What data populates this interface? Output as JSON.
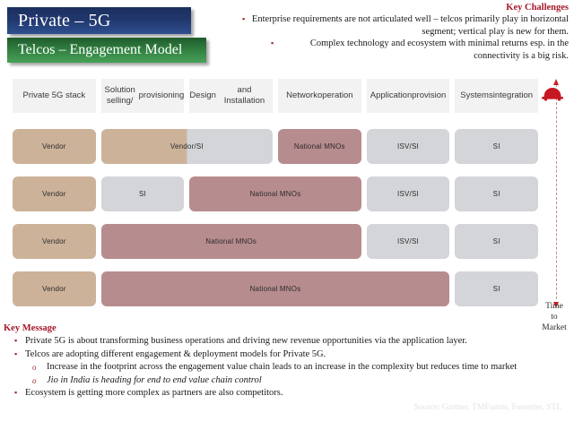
{
  "title": {
    "primary": "Private – 5G",
    "secondary": "Telcos – Engagement Model"
  },
  "key_challenges": {
    "heading": "Key Challenges",
    "bullet_glyph": "▪",
    "items": [
      "Enterprise requirements are not articulated well – telcos primarily play in horizontal segment; vertical play is new for them.",
      "Complex technology and ecosystem with minimal returns esp. in the connectivity is a big risk."
    ]
  },
  "matrix": {
    "headers": [
      "Private 5G stack",
      "Solution selling/ provisioning",
      "Design and Installation",
      "Network operation",
      "Application provision",
      "Systems integration"
    ],
    "rows": [
      {
        "cells": [
          {
            "label": "Vendor",
            "style": "vendor",
            "start": 0,
            "span": 1
          },
          {
            "label": "Vendor/SI",
            "style": "split",
            "start": 1,
            "span": 2
          },
          {
            "label": "National MNOs",
            "style": "mno",
            "start": 3,
            "span": 1
          },
          {
            "label": "ISV/SI",
            "style": "grey",
            "start": 4,
            "span": 1
          },
          {
            "label": "SI",
            "style": "grey",
            "start": 5,
            "span": 1
          }
        ]
      },
      {
        "cells": [
          {
            "label": "Vendor",
            "style": "vendor",
            "start": 0,
            "span": 1
          },
          {
            "label": "SI",
            "style": "grey",
            "start": 1,
            "span": 1
          },
          {
            "label": "National MNOs",
            "style": "mno",
            "start": 2,
            "span": 2
          },
          {
            "label": "ISV/SI",
            "style": "grey",
            "start": 4,
            "span": 1
          },
          {
            "label": "SI",
            "style": "grey",
            "start": 5,
            "span": 1
          }
        ]
      },
      {
        "cells": [
          {
            "label": "Vendor",
            "style": "vendor",
            "start": 0,
            "span": 1
          },
          {
            "label": "National MNOs",
            "style": "mno",
            "start": 1,
            "span": 3
          },
          {
            "label": "ISV/SI",
            "style": "grey",
            "start": 4,
            "span": 1
          },
          {
            "label": "SI",
            "style": "grey",
            "start": 5,
            "span": 1
          }
        ]
      },
      {
        "cells": [
          {
            "label": "Vendor",
            "style": "vendor",
            "start": 0,
            "span": 1
          },
          {
            "label": "National MNOs",
            "style": "mno",
            "start": 1,
            "span": 4
          },
          {
            "label": "SI",
            "style": "grey",
            "start": 5,
            "span": 1
          }
        ]
      }
    ],
    "colors": {
      "vendor": "#cdb29a",
      "grey": "#d3d5d9",
      "mno": "#b78c8e",
      "header_bg": "#f2f2f2"
    }
  },
  "axis": {
    "label_lines": [
      "Time",
      "to",
      "Market"
    ],
    "icon": "speedometer-icon",
    "accent": "#cc2026"
  },
  "key_message": {
    "heading": "Key Message",
    "bullet_glyph": "▪",
    "subbullet_glyph": "o",
    "items": [
      {
        "level": 1,
        "italic": false,
        "text": "Private 5G is about transforming business operations and driving new revenue opportunities via the application layer."
      },
      {
        "level": 1,
        "italic": false,
        "text": "Telcos are adopting different engagement & deployment models for Private 5G."
      },
      {
        "level": 2,
        "italic": false,
        "text": "Increase in the footprint across the engagement value chain leads to an increase in the complexity but reduces time to market"
      },
      {
        "level": 2,
        "italic": true,
        "text": "Jio in India is heading for end to end value chain control"
      },
      {
        "level": 1,
        "italic": false,
        "text": "Ecosystem is getting more complex as partners are also competitors."
      }
    ]
  },
  "source": "Source: Gartner, TMForum, Forrester, STL"
}
